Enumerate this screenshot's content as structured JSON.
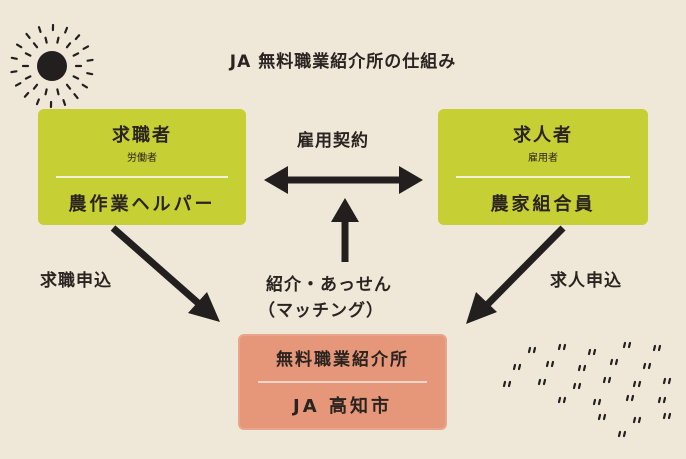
{
  "title": "JA 無料職業紹介所の仕組み",
  "job_seeker": {
    "heading": "求職者",
    "sub": "労働者",
    "role": "農作業ヘルパー"
  },
  "employer": {
    "heading": "求人者",
    "sub": "雇用者",
    "role": "農家組合員"
  },
  "agency": {
    "heading": "無料職業紹介所",
    "name": "JA 高知市"
  },
  "labels": {
    "contract": "雇用契約",
    "seeker_apply": "求職申込",
    "employer_apply": "求人申込",
    "matching_line1": "紹介・あっせん",
    "matching_line2": "（マッチング）"
  },
  "colors": {
    "background": "#efe8d9",
    "green_box": "#c6cf33",
    "agency_box": "#e69779",
    "arrow": "#231f1e"
  }
}
